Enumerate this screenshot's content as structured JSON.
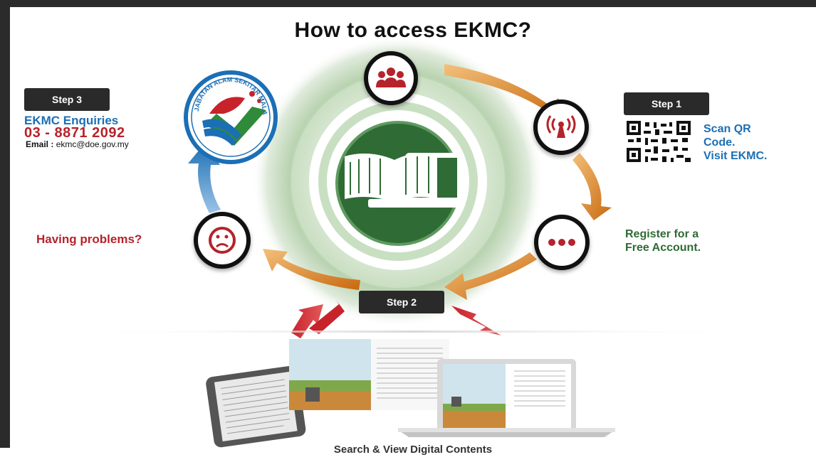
{
  "title": "How to access EKMC?",
  "step1": {
    "badge": "Step 1",
    "text_line1": "Scan QR",
    "text_line2": "Code.",
    "text_line3": "Visit EKMC."
  },
  "step2": {
    "badge": "Step 2",
    "register_line1": "Register for a",
    "register_line2": "Free Account.",
    "caption": "Search & View Digital Contents"
  },
  "step3": {
    "badge": "Step 3",
    "enquiries_label": "EKMC Enquiries",
    "phone": "03 - 8871 2092",
    "email_label": "Email :",
    "email": "ekmc@doe.gov.my"
  },
  "problems_text": "Having problems?",
  "logo_text": "JABATAN ALAM SEKITAR MALAYSIA",
  "icons": [
    "users-icon",
    "signal-icon",
    "more-dots-icon",
    "sad-face-icon",
    "book-screen-icon",
    "qr-code-icon",
    "doe-logo"
  ],
  "colors": {
    "blue": "#1b6fb5",
    "red": "#b5232b",
    "green": "#2f6b35",
    "orange": "#d9801b",
    "dark_badge": "#2a2a2a"
  }
}
